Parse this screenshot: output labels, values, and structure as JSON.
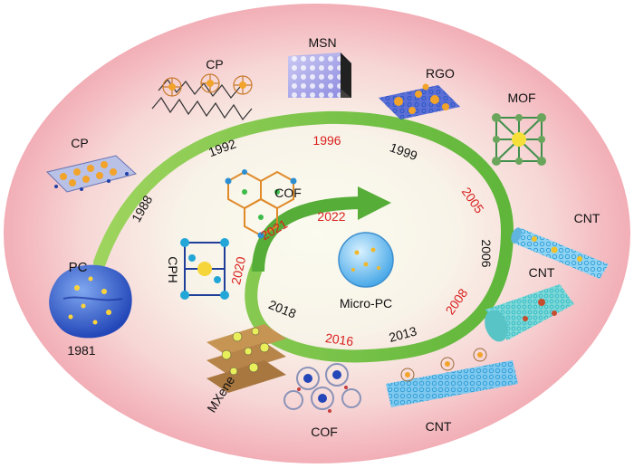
{
  "materials": {
    "pc": "PC",
    "cp_left": "CP",
    "cp_top": "CP",
    "msn": "MSN",
    "rgo": "RGO",
    "mof": "MOF",
    "cnt_right_top": "CNT",
    "cnt_right_bottom": "CNT",
    "cnt_bottom": "CNT",
    "cof_bottom": "COF",
    "mxene": "MXene",
    "cph": "CPH",
    "cof_inner": "COF",
    "micro_pc": "Micro-PC"
  },
  "years": {
    "y1981": "1981",
    "y1988": "1988",
    "y1992": "1992",
    "y1996": "1996",
    "y1999": "1999",
    "y2005": "2005",
    "y2006": "2006",
    "y2008": "2008",
    "y2013": "2013",
    "y2016": "2016",
    "y2018": "2018",
    "y2020": "2020",
    "y2021": "2021",
    "y2022": "2022"
  },
  "colors": {
    "year_black": "#111111",
    "year_red": "#d9201f",
    "arrow_green": "#7cc84a",
    "outer_pink": "#f4b8bf",
    "inner_cream": "#f6f6e3"
  }
}
